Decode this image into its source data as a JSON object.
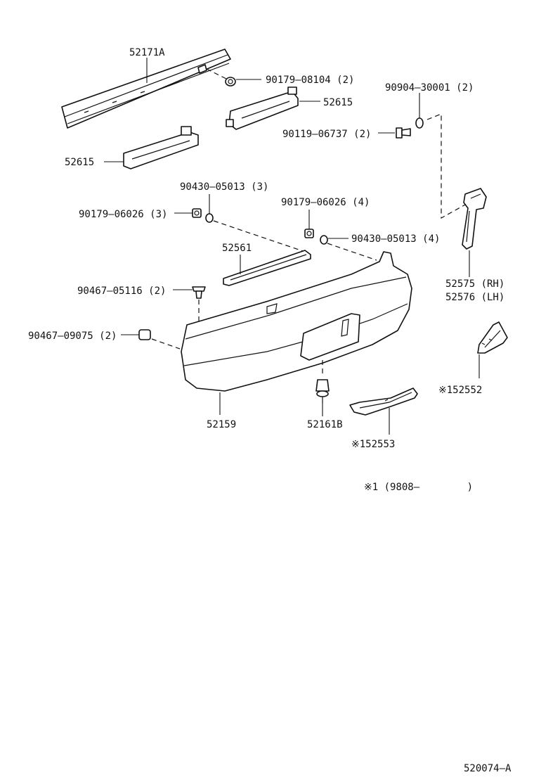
{
  "labels": {
    "p52171A": "52171A",
    "p90179_08104": "90179–08104 (2)",
    "p52615_upper": "52615",
    "p52615_lower": "52615",
    "p90904_30001": "90904–30001 (2)",
    "p90119_06737": "90119–06737 (2)",
    "p90430_05013_3": "90430–05013 (3)",
    "p90179_06026_3": "90179–06026 (3)",
    "p90179_06026_4": "90179–06026 (4)",
    "p90430_05013_4": "90430–05013 (4)",
    "p52561": "52561",
    "p52575": "52575 (RH)",
    "p52576": "52576 (LH)",
    "p90467_05116": "90467–05116 (2)",
    "p90467_09075": "90467–09075 (2)",
    "p52552": "※152552",
    "p52159": "52159",
    "p52161B": "52161B",
    "p52553": "※152553",
    "note": "※1 (9808–        )",
    "diagram_id": "520074–A"
  }
}
